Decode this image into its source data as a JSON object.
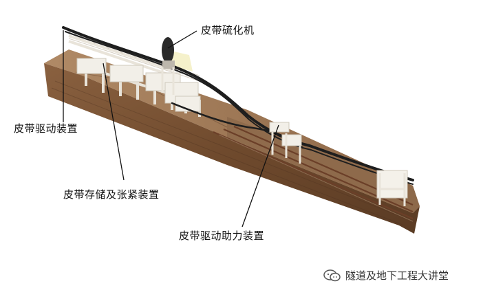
{
  "labels": {
    "vulcanizer": "皮带硫化机",
    "drive": "皮带驱动装置",
    "storage": "皮带存储及张紧装置",
    "booster": "皮带驱动助力装置"
  },
  "watermark": {
    "text": "隧道及地下工程大讲堂",
    "icon": "wechat-icon"
  },
  "colors": {
    "soil": "#7a5232",
    "soil_dark": "#4e3220",
    "soil_top": "#a57c58",
    "frame": "#eeeae2",
    "belt": "#1e1e1e",
    "rail": "#6b3f28",
    "vulcanizer_disc": "#2a2a2a"
  }
}
